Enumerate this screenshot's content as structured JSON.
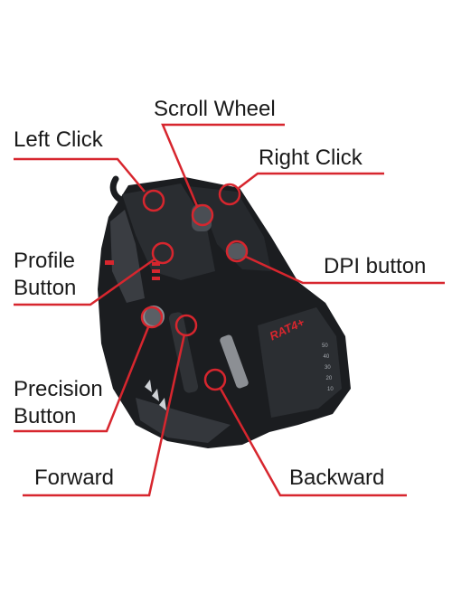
{
  "colors": {
    "callout": "#d7262e",
    "label_text": "#1a1a1a",
    "mouse_body": "#1b1d20",
    "mouse_highlight": "#3a3d42"
  },
  "product": {
    "logo_text": "RAT4+",
    "dpi_scale": [
      "50",
      "40",
      "30",
      "20",
      "10"
    ]
  },
  "callouts": {
    "scroll_wheel": "Scroll Wheel",
    "left_click": "Left Click",
    "right_click": "Right Click",
    "profile": {
      "line1": "Profile",
      "line2": "Button"
    },
    "dpi_button": "DPI button",
    "precision": {
      "line1": "Precision",
      "line2": "Button"
    },
    "forward": "Forward",
    "backward": "Backward"
  }
}
